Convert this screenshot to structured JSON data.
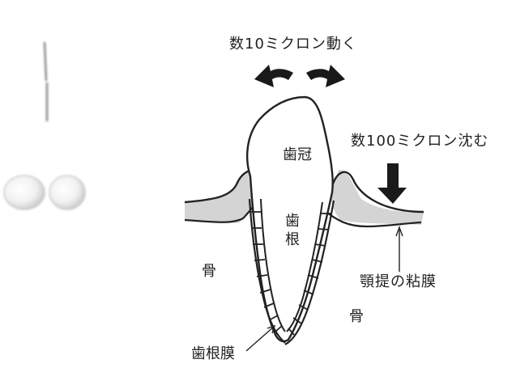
{
  "labels": {
    "movement_lateral": "数10ミクロン動く",
    "movement_vertical": "数100ミクロン沈む",
    "crown": "歯冠",
    "root": "歯根",
    "bone_left": "骨",
    "bone_right": "骨",
    "mucosa": "顎提の粘膜",
    "periodontal_ligament": "歯根膜"
  },
  "colors": {
    "ink": "#222222",
    "mucosa_fill": "#d4d4d4",
    "background": "#ffffff"
  }
}
